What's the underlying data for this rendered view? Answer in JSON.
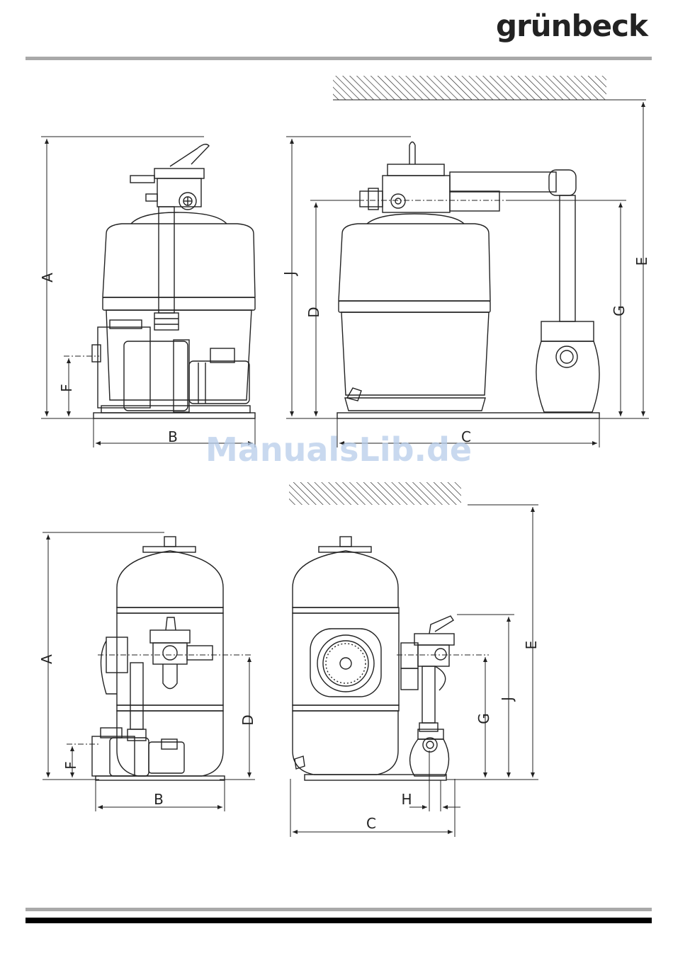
{
  "brand": {
    "name": "grünbeck"
  },
  "watermark": "ManualsLib.de",
  "dimension_labels": {
    "top_left": {
      "height": "A",
      "width": "B",
      "inlet": "F"
    },
    "top_right": {
      "overall": "J",
      "tank": "D",
      "width": "C",
      "pipe": "G",
      "wall": "E"
    },
    "bottom_left": {
      "height": "A",
      "width": "B",
      "inlet": "F",
      "tank": "D"
    },
    "bottom_right": {
      "wall": "E",
      "overall": "J",
      "pipe": "G",
      "width": "C",
      "offset": "H"
    }
  },
  "colors": {
    "line": "#222222",
    "rule": "#a9a9a9",
    "watermark": "#b7cdea"
  }
}
